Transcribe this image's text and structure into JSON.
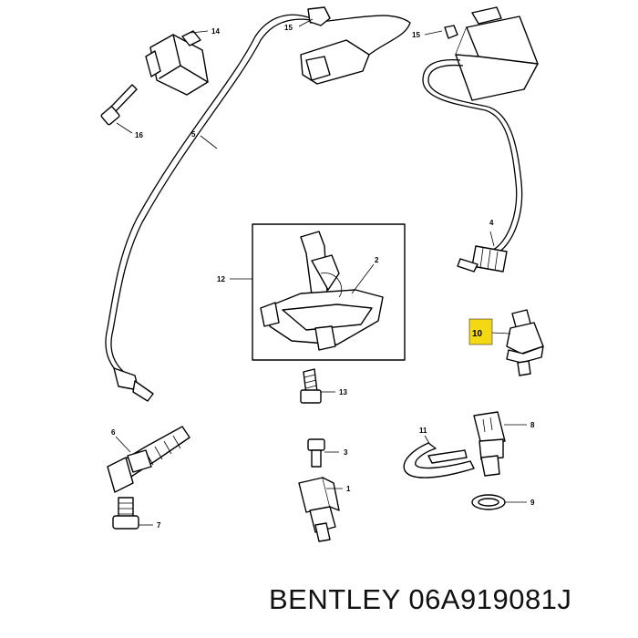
{
  "callouts": {
    "c1": "1",
    "c2": "2",
    "c3": "3",
    "c4": "4",
    "c5": "5",
    "c6": "6",
    "c7": "7",
    "c8": "8",
    "c9": "9",
    "c10": "10",
    "c11": "11",
    "c12": "12",
    "c13": "13",
    "c14": "14",
    "c15a": "15",
    "c15b": "15",
    "c16": "16"
  },
  "caption": "BENTLEY 06A919081J",
  "colors": {
    "highlight": "#f5d814",
    "line": "#000000",
    "background": "#ffffff"
  }
}
